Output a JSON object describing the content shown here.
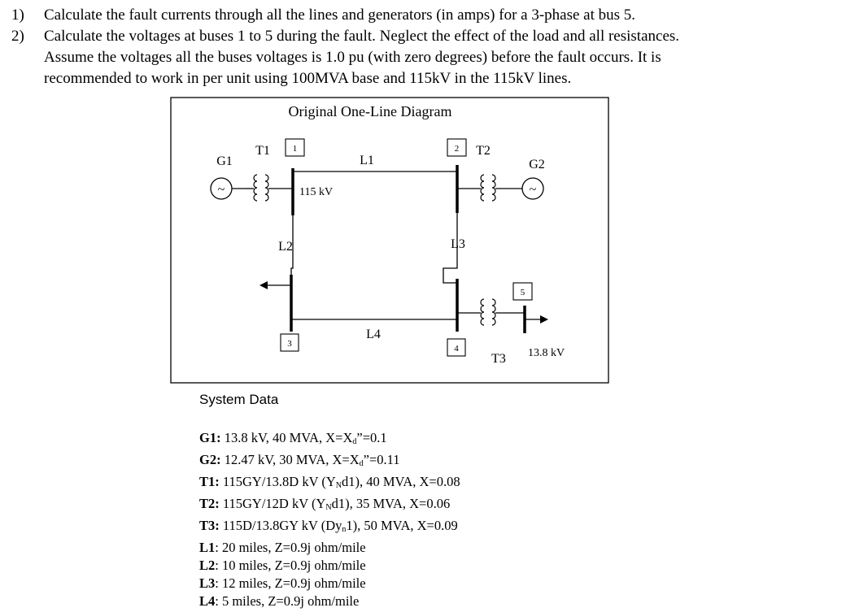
{
  "questions": [
    {
      "num": "1)",
      "lines": [
        "Calculate the fault currents through all the lines and generators (in amps) for a 3-phase at bus 5."
      ]
    },
    {
      "num": "2)",
      "lines": [
        "Calculate the voltages at buses 1 to 5 during the fault. Neglect the effect of the load and all resistances.",
        "Assume the voltages all the buses voltages is 1.0 pu (with zero degrees) before the fault occurs. It is",
        "recommended to work in per unit using 100MVA base and 115kV in the 115kV lines."
      ]
    }
  ],
  "diagram": {
    "title": "Original One-Line Diagram",
    "generators": {
      "g1": "G1",
      "g2": "G2"
    },
    "transformers": {
      "t1": "T1",
      "t2": "T2",
      "t3": "T3"
    },
    "buses": {
      "b1": "1",
      "b2": "2",
      "b3": "3",
      "b4": "4",
      "b5": "5"
    },
    "lines": {
      "l1": "L1",
      "l2": "L2",
      "l3": "L3",
      "l4": "L4"
    },
    "voltages": {
      "hv": "115 kV",
      "lv": "13.8 kV"
    },
    "generator_symbol": "~"
  },
  "system_data": {
    "title": "System Data",
    "g1": {
      "label": "G1:",
      "text": " 13.8 kV, 40 MVA, X=X",
      "sub": "d",
      "tail": "”=0.1"
    },
    "g2": {
      "label": "G2:",
      "text": " 12.47 kV, 30 MVA, X=X",
      "sub": "d",
      "tail": "”=0.11"
    },
    "t1": {
      "label": "T1:",
      "text": " 115GY/13.8D kV (Y",
      "sub": "N",
      "tail": "d1), 40 MVA, X=0.08"
    },
    "t2": {
      "label": "T2:",
      "text": " 115GY/12D kV (Y",
      "sub": "N",
      "tail": "d1), 35 MVA, X=0.06"
    },
    "t3": {
      "label": "T3:",
      "text": " 115D/13.8GY kV (Dy",
      "sub": "n",
      "tail": "1), 50 MVA, X=0.09"
    },
    "l1": {
      "label": "L1",
      "text": ": 20 miles, Z=0.9j ohm/mile"
    },
    "l2": {
      "label": "L2",
      "text": ": 10 miles, Z=0.9j ohm/mile"
    },
    "l3": {
      "label": "L3",
      "text": ": 12 miles, Z=0.9j ohm/mile"
    },
    "l4": {
      "label": "L4",
      "text": ": 5 miles, Z=0.9j ohm/mile"
    }
  }
}
